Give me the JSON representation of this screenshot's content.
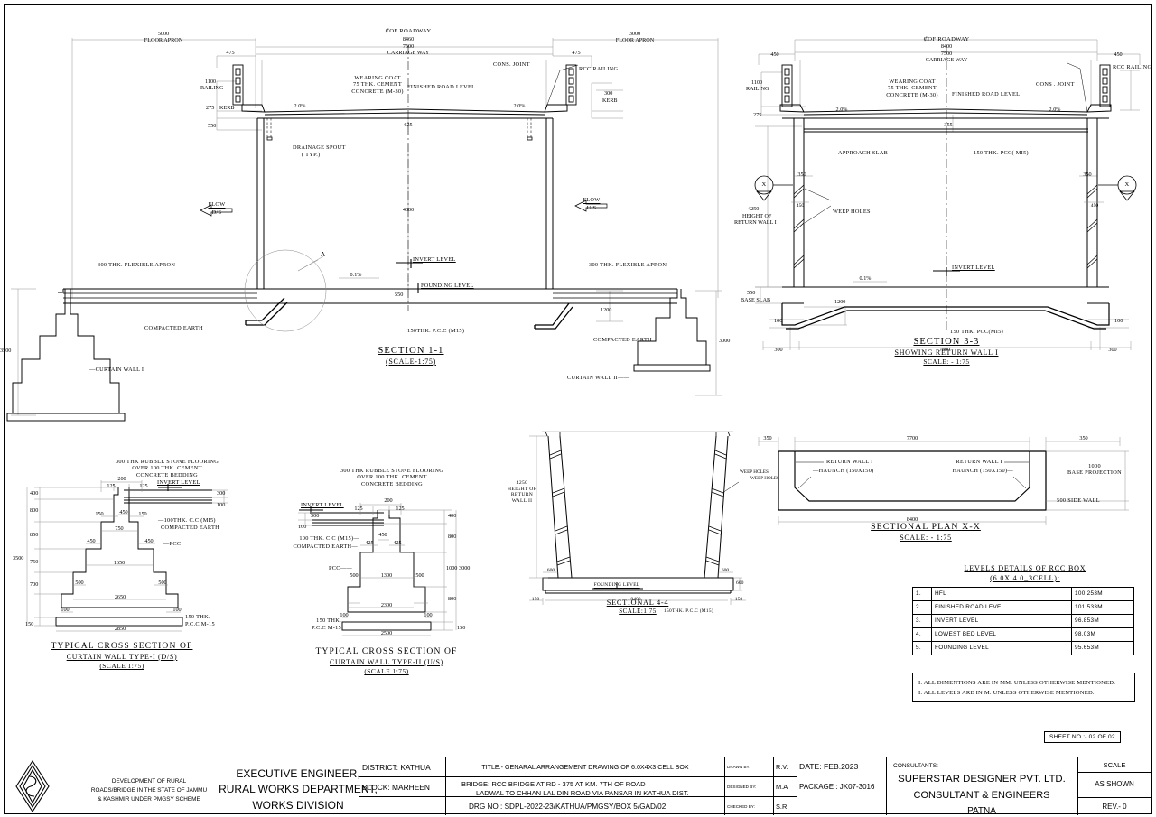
{
  "sheet": {
    "sheet_no": "SHEET NO :- 02 OF 02",
    "notes": [
      "I.  ALL DIMENTIONS  ARE IN MM.  UNLESS  OTHERWISE  MENTIONED.",
      "I.  ALL LEVELS  ARE IN M. UNLESS  OTHERWISE  MENTIONED."
    ]
  },
  "levels": {
    "heading_line1": "LEVELS  DETAILS  OF  RCC  BOX",
    "heading_line2": "(6.0X  4.0_3CELL):",
    "rows": [
      {
        "no": "1.",
        "name": "HFL",
        "value": "100.253M"
      },
      {
        "no": "2.",
        "name": "FINISHED  ROAD  LEVEL",
        "value": "101.533M"
      },
      {
        "no": "3.",
        "name": "INVERT  LEVEL",
        "value": "96.853M"
      },
      {
        "no": "4.",
        "name": "LOWEST    BED  LEVEL",
        "value": "98.03M"
      },
      {
        "no": "5.",
        "name": "FOUNDING  LEVEL",
        "value": "95.653M"
      }
    ]
  },
  "section_1_1": {
    "title_line1": "SECTION 1-1",
    "title_line2": "(SCALE-1:75)",
    "dims": {
      "apron_left": "5000",
      "apron_left_label": "FLOOR APRON",
      "apron_right": "3000",
      "apron_right_label": "FLOOR APRON",
      "overall": "8460",
      "cl_roadway": "OF ROADWAY",
      "carriage": "7500",
      "carriage_label": "CARRIAGE WAY",
      "kerb_offset_left": "475",
      "kerb_offset_right": "475",
      "railing_height": "1100",
      "railing_label": "RAILING",
      "kerb_left": "275",
      "kerb_left_label": "KERB",
      "kerb_right": "300",
      "kerb_right_label": "KERB",
      "slab_left": "550",
      "slab_mid": "625",
      "cell_height": "4000",
      "base_slab": "550",
      "apron_thk_note": "1200",
      "curtain_h_left": "3500",
      "curtain_h_right": "3000",
      "slope_left": "2.0%",
      "slope_right": "2.0%",
      "invert_slope": "0.1%"
    },
    "labels": {
      "wearing_coat": "WEARING  COAT",
      "wearing_coat_2": "75 THK. CEMENT",
      "wearing_coat_3": "CONCRETE (M-30)",
      "finished_road_level": "FINISHED ROAD LEVEL",
      "cons_joint": "CONS. JOINT",
      "rcc_railing": "RCC RAILING",
      "drainage_spout": "DRAINAGE SPOUT",
      "drainage_spout_2": "( TYP.)",
      "flexible_apron_left": "300 THK. FLEXIBLE  APRON",
      "flexible_apron_right": "300 THK. FLEXIBLE  APRON",
      "compacted_earth_left": "COMPACTED  EARTH",
      "compacted_earth_right": "COMPACTED  EARTH",
      "invert_level": "INVERT LEVEL",
      "founding_level": "FOUNDING LEVEL",
      "pcc": "150THK. P.C.C (M15)",
      "curtain_wall_1": "CURTAIN WALL I",
      "curtain_wall_2": "CURTAIN WALL II",
      "flow_ds": "FLOW",
      "flow_ds_2": "D/S",
      "flow_us": "FLOW",
      "flow_us_2": "U/S",
      "detail_mark": "A"
    }
  },
  "section_3_3": {
    "title_line1": "SECTION  3-3",
    "title_line2": "SHOWING  RETURN WALL I",
    "title_line3": "SCALE: -  1:75",
    "dims": {
      "overall": "8400",
      "cl_roadway": "OF ROADWAY",
      "carriage": "7500",
      "carriage_label": "CARRIAGE WAY",
      "kerb_offset_left": "450",
      "kerb_offset_right": "450",
      "railing_height": "1100",
      "railing_label": "RAILING",
      "kerb_left": "275",
      "slab_mid": "355",
      "weep_left": "350",
      "weep_right": "350",
      "return_wall_height": "4250",
      "return_wall_label": "HEIGHT OF",
      "return_wall_label_2": "RETURN WALL I",
      "base_slab": "550",
      "base_slab_label": "BASE SLAB",
      "haunch_dim": "1200",
      "pcc_left": "100",
      "pcc_right": "100",
      "proj_left": "300",
      "proj_right": "300",
      "base_width": "7800",
      "slope_left": "2.0%",
      "slope_right": "2.0%",
      "invert_slope": "0.1%",
      "wing_left": "450",
      "wing_right": "450"
    },
    "labels": {
      "wearing_coat": "WEARING  COAT",
      "wearing_coat_2": "75 THK. CEMENT",
      "wearing_coat_3": "CONCRETE (M-30)",
      "finished_road_level": "FINISHED ROAD LEVEL",
      "cons_joint": "CONS . JOINT",
      "rcc_railing": "RCC RAILING",
      "approach_slab": "APPROACH SLAB",
      "pcc_top": "150 THK. PCC( MI5)",
      "weep_holes": "WEEP HOLES",
      "invert_level": "INVERT LEVEL",
      "pcc_bottom": "150 THK. PCC(MI5)",
      "section_mark": "X"
    }
  },
  "curtain_wall_1": {
    "title_line1": "TYPICAL CROSS  SECTION OF",
    "title_line2": "CURTAIN WALL TYPE-I (D/S)",
    "title_line3": "(SCALE 1:75)",
    "top_note_1": "300 THK RUBBLE STONE FLOORING",
    "top_note_2": "OVER 100 THK. CEMENT",
    "top_note_3": "CONCRETE  BEDDING",
    "labels": {
      "invert_level": "INVERT LEVEL",
      "cc_m15": "100THK. C.C (MI5)",
      "compacted_earth": "COMPACTED EARTH",
      "pcc": "PCC",
      "pcc_base_1": "150 THK.",
      "pcc_base_2": "P.C.C M-15"
    },
    "dims": {
      "total_height": "3500",
      "h1": "400",
      "h2": "800",
      "h3": "850",
      "h4": "750",
      "h5": "700",
      "h6": "150",
      "top_200": "200",
      "top_125l": "125",
      "top_125r": "125",
      "t300": "300",
      "t100": "100",
      "w450a": "450",
      "w150l": "150",
      "w150r": "150",
      "w750": "750",
      "w450l": "450",
      "w450r": "450",
      "w1650": "1650",
      "w500l": "500",
      "w500r": "500",
      "w2650": "2650",
      "w100l": "100",
      "w100r": "100",
      "w2850": "2850"
    }
  },
  "curtain_wall_2": {
    "title_line1": "TYPICAL CROSS  SECTION OF",
    "title_line2": "CURTAIN WALL TYPE-II (U/S)",
    "title_line3": "(SCALE 1:75)",
    "top_note_1": "300 THK RUBBLE STONE FLOORING",
    "top_note_2": "OVER 100 THK. CEMENT",
    "top_note_3": "CONCRETE  BEDDING",
    "labels": {
      "invert_level": "INVERT LEVEL",
      "cc_m15": "100 THK. C.C (M15)",
      "compacted_earth": "COMPACTED EARTH",
      "pcc": "PCC",
      "pcc_base_1": "150 THK.",
      "pcc_base_2": "P.C.C M-15"
    },
    "dims": {
      "total_height": "3000",
      "h1": "400",
      "h2": "800",
      "h3": "1000",
      "h4": "800",
      "h5": "150",
      "top_200": "200",
      "top_125l": "125",
      "top_125r": "125",
      "t300": "300",
      "t100": "100",
      "w450a": "450",
      "w425l": "425",
      "w425r": "425",
      "w1300": "1300",
      "w500l": "500",
      "w500r": "500",
      "w2300": "2300",
      "w100l": "100",
      "w100r": "100",
      "w2500": "2500"
    }
  },
  "section_4_4": {
    "title_line1": "SECTIONAL 4-4",
    "title_line2": "SCALE:1:75",
    "dims": {
      "return_wall_height": "4250",
      "return_wall_label_1": "HEIGHT OF",
      "return_wall_label_2": "RETURN",
      "return_wall_label_3": "WALL II",
      "toe_left": "600",
      "toe_right": "600",
      "base_thk": "600",
      "pcc_left": "150",
      "pcc_right": "150",
      "base_width": "8400"
    },
    "labels": {
      "founding_level": "FOUNDING LEVEL",
      "pcc": "150THK. P.C.C (M15)",
      "weep_holes_v": "WEEP HOLES"
    }
  },
  "plan_x_x": {
    "title_line1": "SECTIONAL PLAN X-X",
    "title_line2": "SCALE: -  1:75",
    "dims": {
      "left_350": "350",
      "right_350": "350",
      "inner": "7700",
      "overall": "8400",
      "base_projection": "1000",
      "base_projection_label": "BASE PROJECTION",
      "side_wall": "500 SIDE WALL"
    },
    "labels": {
      "return_wall_left": "RETURN WALL I",
      "return_wall_right": "RETURN WALL I",
      "haunch_left": "HAUNCH (150X150)",
      "haunch_right": "HAUNCH (150X150)",
      "weep_holes_v": "WEEP HOLES"
    }
  },
  "title_block": {
    "scheme_line1": "DEVELOPMENT OF RURAL",
    "scheme_line2": "ROADS/BRIDGE IN THE STATE OF JAMMU",
    "scheme_line3": "&  KASHMIR UNDER  PMGSY  SCHEME",
    "authority_line1": "EXECUTIVE ENGINEER,",
    "authority_line2": "RURAL WORKS DEPARTMENT,",
    "authority_line3": "WORKS DIVISION",
    "district": "DISTRICT: KATHUA",
    "block": "BLOCK:  MARHEEN",
    "title": "TITLE:- GENARAL ARRANGEMENT DRAWING OF 6.0X4X3 CELL BOX",
    "bridge_line1": "BRIDGE: RCC BRIDGE AT RD - 375  AT KM. 7TH OF ROAD",
    "bridge_line2": "LADWAL TO CHHAN LAL DIN ROAD VIA PANSAR IN KATHUA  DIST.",
    "drg_no": "DRG NO : SDPL-2022-23/KATHUA/PMGSY/BOX 5/GAD/02",
    "drawn_by_label": "DRAWN BY:",
    "drawn_by": "R.V.",
    "designed_by_label": "DESIGNED BY:",
    "designed_by": "M.A",
    "checked_by_label": "CHECKED BY:",
    "checked_by": "S.R.",
    "date": "DATE: FEB.2023",
    "package": "PACKAGE : JK07-3016",
    "consultants_label": "CONSULTANTS:-",
    "consultant_line1": "SUPERSTAR  DESIGNER  PVT. LTD.",
    "consultant_line2": "CONSULTANT & ENGINEERS",
    "consultant_line3": "PATNA",
    "scale_label": "SCALE",
    "scale_value": "AS SHOWN",
    "rev": "REV.- 0"
  }
}
